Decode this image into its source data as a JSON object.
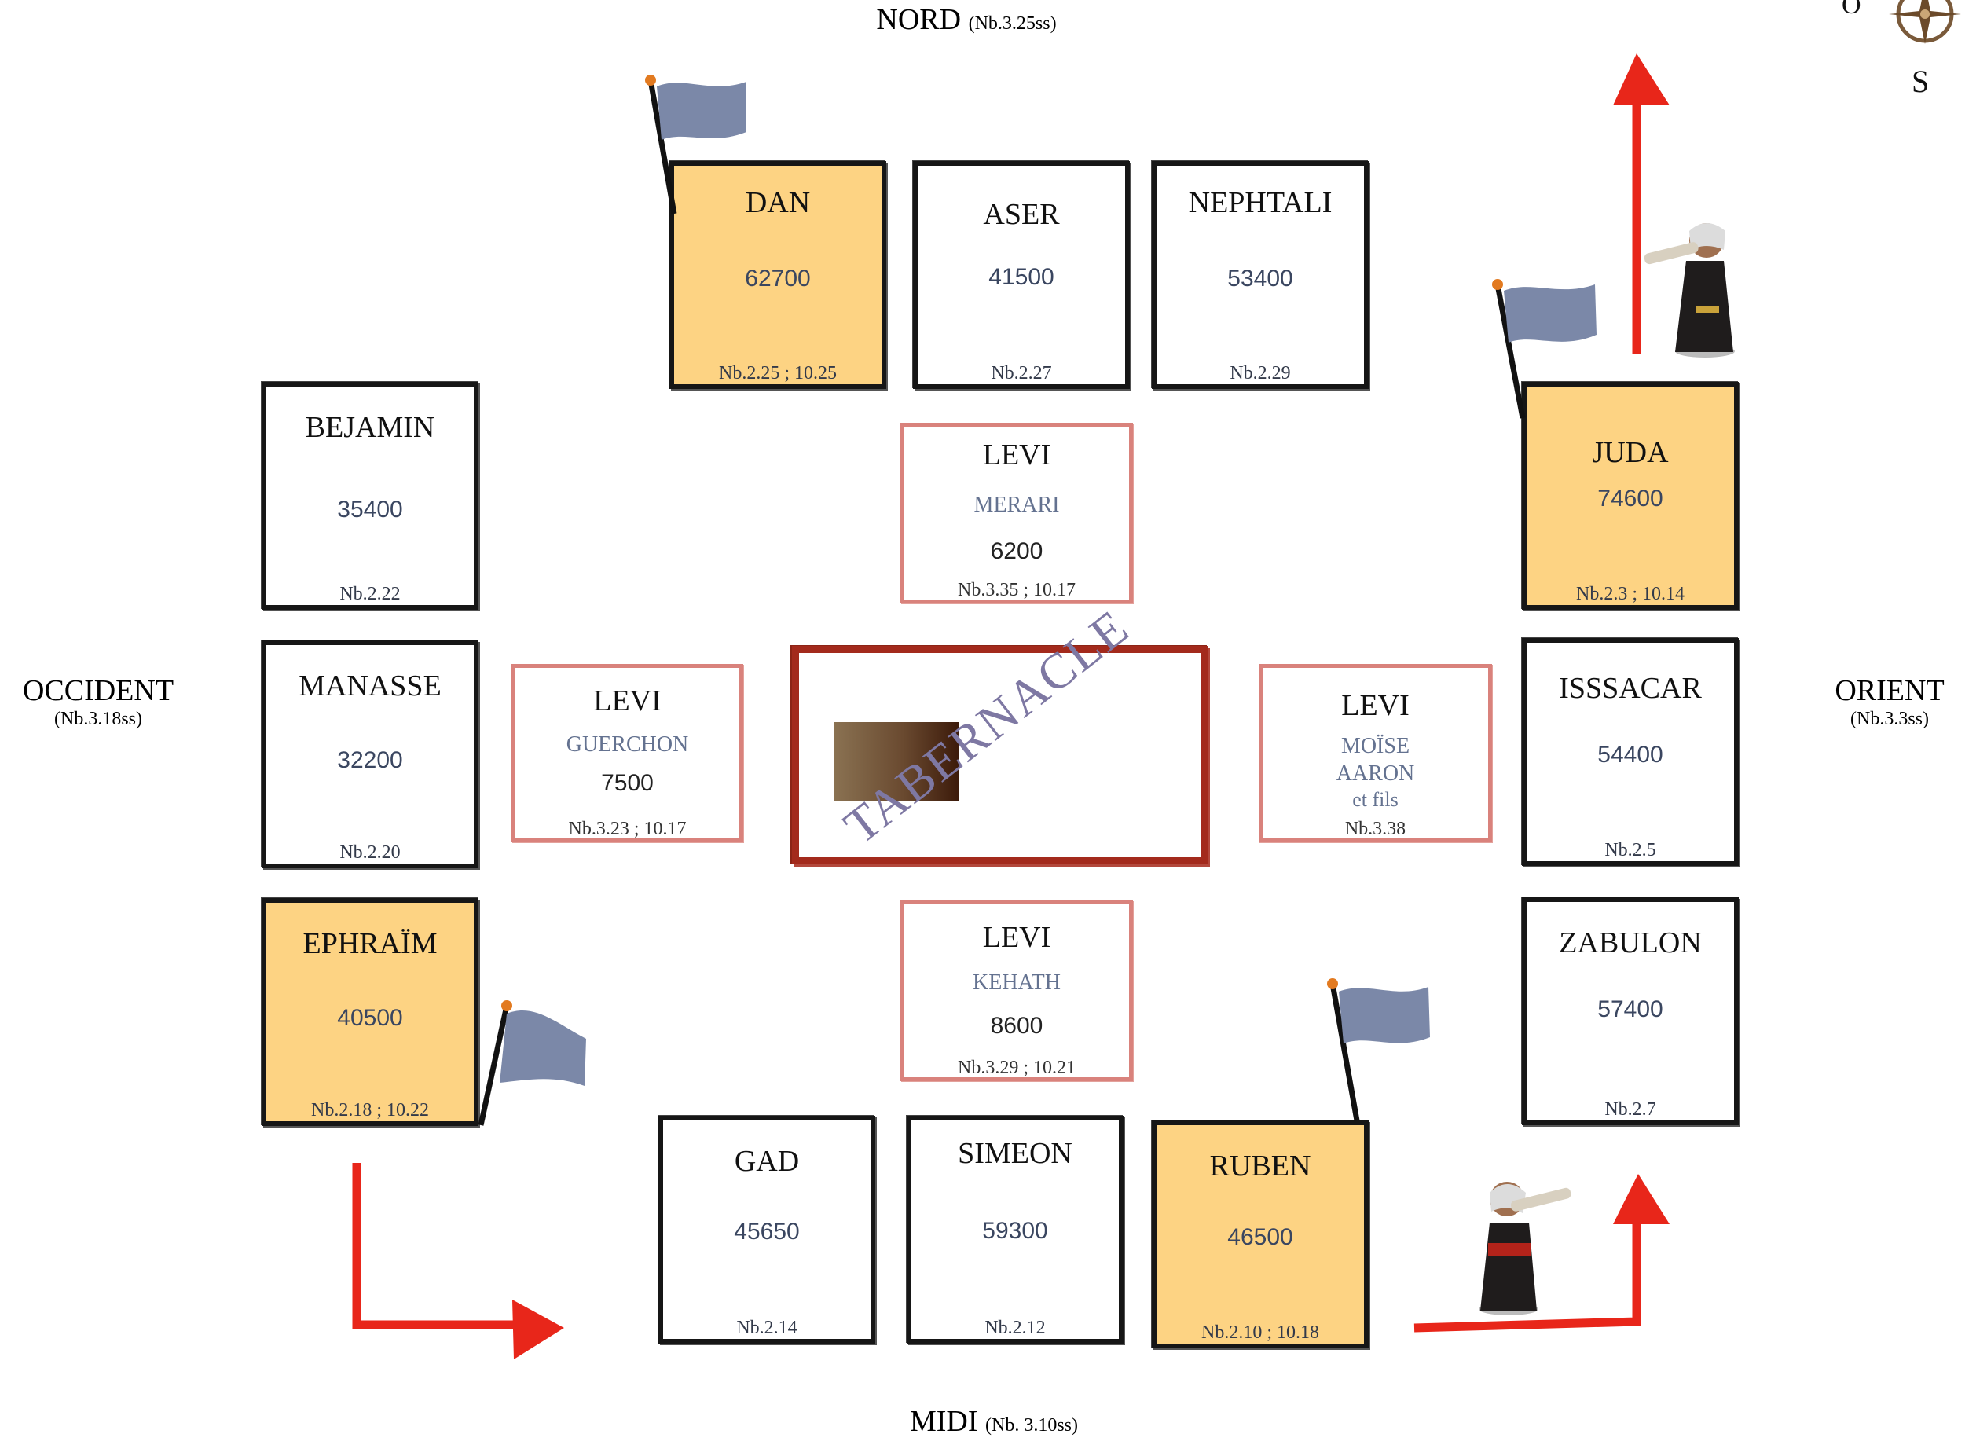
{
  "directions": {
    "nord": {
      "label": "NORD",
      "ref": "(Nb.3.25ss)"
    },
    "midi": {
      "label": "MIDI",
      "ref": "(Nb. 3.10ss)"
    },
    "occident": {
      "label": "OCCIDENT",
      "ref": "(Nb.3.18ss)"
    },
    "orient": {
      "label": "ORIENT",
      "ref": "(Nb.3.3ss)"
    }
  },
  "compass": {
    "label_s": "S",
    "label_o": "O"
  },
  "tribes": {
    "dan": {
      "name": "DAN",
      "count": "62700",
      "ref": "Nb.2.25 ; 10.25"
    },
    "aser": {
      "name": "ASER",
      "count": "41500",
      "ref": "Nb.2.27"
    },
    "nephtali": {
      "name": "NEPHTALI",
      "count": "53400",
      "ref": "Nb.2.29"
    },
    "bejamin": {
      "name": "BEJAMIN",
      "count": "35400",
      "ref": "Nb.2.22"
    },
    "manasse": {
      "name": "MANASSE",
      "count": "32200",
      "ref": "Nb.2.20"
    },
    "ephraim": {
      "name": "EPHRAÏM",
      "count": "40500",
      "ref": "Nb.2.18 ; 10.22"
    },
    "juda": {
      "name": "JUDA",
      "count": "74600",
      "ref": "Nb.2.3 ; 10.14"
    },
    "issacar": {
      "name": "ISSSACAR",
      "count": "54400",
      "ref": "Nb.2.5"
    },
    "zabulon": {
      "name": "ZABULON",
      "count": "57400",
      "ref": "Nb.2.7"
    },
    "gad": {
      "name": "GAD",
      "count": "45650",
      "ref": "Nb.2.14"
    },
    "simeon": {
      "name": "SIMEON",
      "count": "59300",
      "ref": "Nb.2.12"
    },
    "ruben": {
      "name": "RUBEN",
      "count": "46500",
      "ref": "Nb.2.10 ; 10.18"
    }
  },
  "levites": {
    "merari": {
      "name": "LEVI",
      "clan": "MERARI",
      "count": "6200",
      "ref": "Nb.3.35 ; 10.17"
    },
    "guerchon": {
      "name": "LEVI",
      "clan": "GUERCHON",
      "count": "7500",
      "ref": "Nb.3.23 ; 10.17"
    },
    "kehath": {
      "name": "LEVI",
      "clan": "KEHATH",
      "count": "8600",
      "ref": "Nb.3.29 ; 10.21"
    },
    "moise": {
      "name": "LEVI",
      "clan_1": "MOÏSE",
      "clan_2": "AARON",
      "clan_3": "et fils",
      "ref": "Nb.3.38"
    }
  },
  "tabernacle": {
    "label": "TABERNACLE"
  },
  "colors": {
    "leader_fill": "#fdd383",
    "levi_border": "#d9827c",
    "tabernacle_border": "#a32a1c",
    "flag": "#7b88a8",
    "arrow": "#e8261a"
  }
}
